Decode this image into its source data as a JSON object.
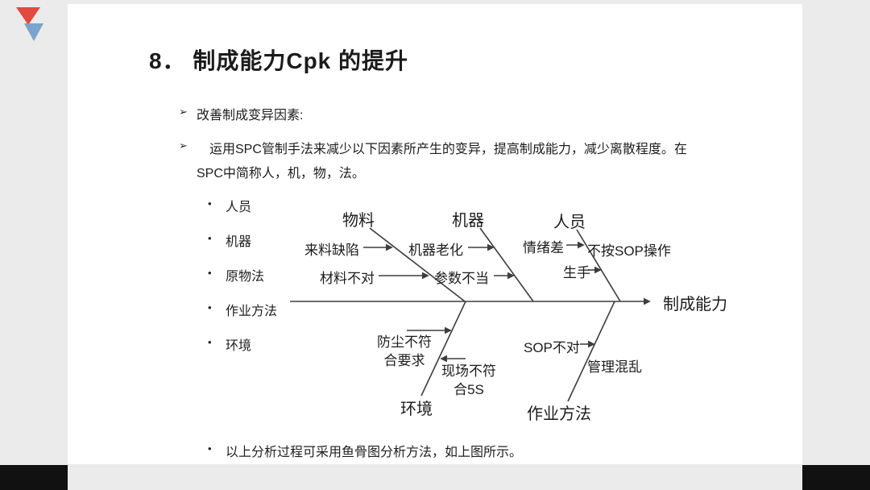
{
  "window": {
    "background_color": "#ebebeb",
    "slide_background_color": "#ffffff",
    "corner_block_color": "#111111"
  },
  "logo": {
    "top_triangle_color": "#e2493f",
    "bottom_triangle_color": "#7ba3cd"
  },
  "slide": {
    "title": "8． 制成能力Cpk 的提升",
    "points": [
      {
        "marker": "➢",
        "text": "改善制成变异因素:"
      },
      {
        "marker": "➢",
        "lines": [
          "运用SPC管制手法来减少以下因素所产生的变异，提高制成能力，减少离散程度。在",
          "SPC中简称人，机，物，法。"
        ]
      }
    ],
    "factors": [
      {
        "marker": "•",
        "label": "人员"
      },
      {
        "marker": "•",
        "label": "机器"
      },
      {
        "marker": "•",
        "label": "原物法"
      },
      {
        "marker": "•",
        "label": "作业方法"
      },
      {
        "marker": "•",
        "label": "环境"
      }
    ],
    "footnote": {
      "marker": "•",
      "text": "以上分析过程可采用鱼骨图分析方法，如上图所示。"
    }
  },
  "fishbone": {
    "line_color": "#3d3d3d",
    "effect": "制成能力",
    "material": {
      "label": "物料",
      "causes": [
        "来料缺陷",
        "材料不对"
      ]
    },
    "machine": {
      "label": "机器",
      "causes": [
        "机器老化",
        "参数不当"
      ]
    },
    "man": {
      "label": "人员",
      "causes": [
        "情绪差",
        "不按SOP操作",
        "生手"
      ]
    },
    "environment": {
      "label": "环境",
      "cause1_lines": [
        "防尘不符",
        "合要求"
      ],
      "cause2_lines": [
        "现场不符",
        "合5S"
      ]
    },
    "method": {
      "label": "作业方法",
      "causes": [
        "SOP不对",
        "管理混乱"
      ]
    }
  }
}
